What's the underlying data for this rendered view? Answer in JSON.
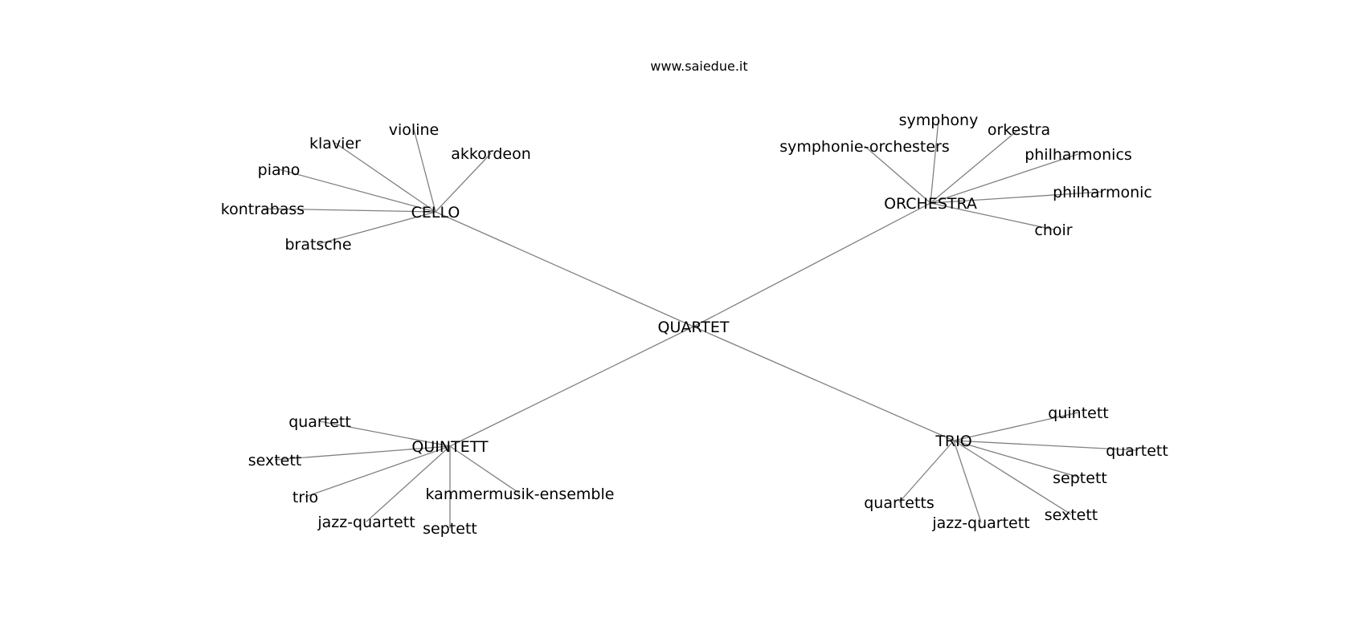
{
  "site": "www.saiedue.it",
  "graph": {
    "center": "QUARTET",
    "clusters": [
      {
        "hub": "CELLO",
        "leaves": [
          "violine",
          "klavier",
          "akkordeon",
          "piano",
          "kontrabass",
          "bratsche"
        ]
      },
      {
        "hub": "ORCHESTRA",
        "leaves": [
          "symphony",
          "orkestra",
          "symphonie-orchesters",
          "philharmonics",
          "philharmonic",
          "choir"
        ]
      },
      {
        "hub": "QUINTETT",
        "leaves": [
          "quartett",
          "sextett",
          "trio",
          "jazz-quartett",
          "kammermusik-ensemble",
          "septett"
        ]
      },
      {
        "hub": "TRIO",
        "leaves": [
          "quintett",
          "quartett",
          "septett",
          "sextett",
          "quartetts",
          "jazz-quartett"
        ]
      }
    ]
  }
}
